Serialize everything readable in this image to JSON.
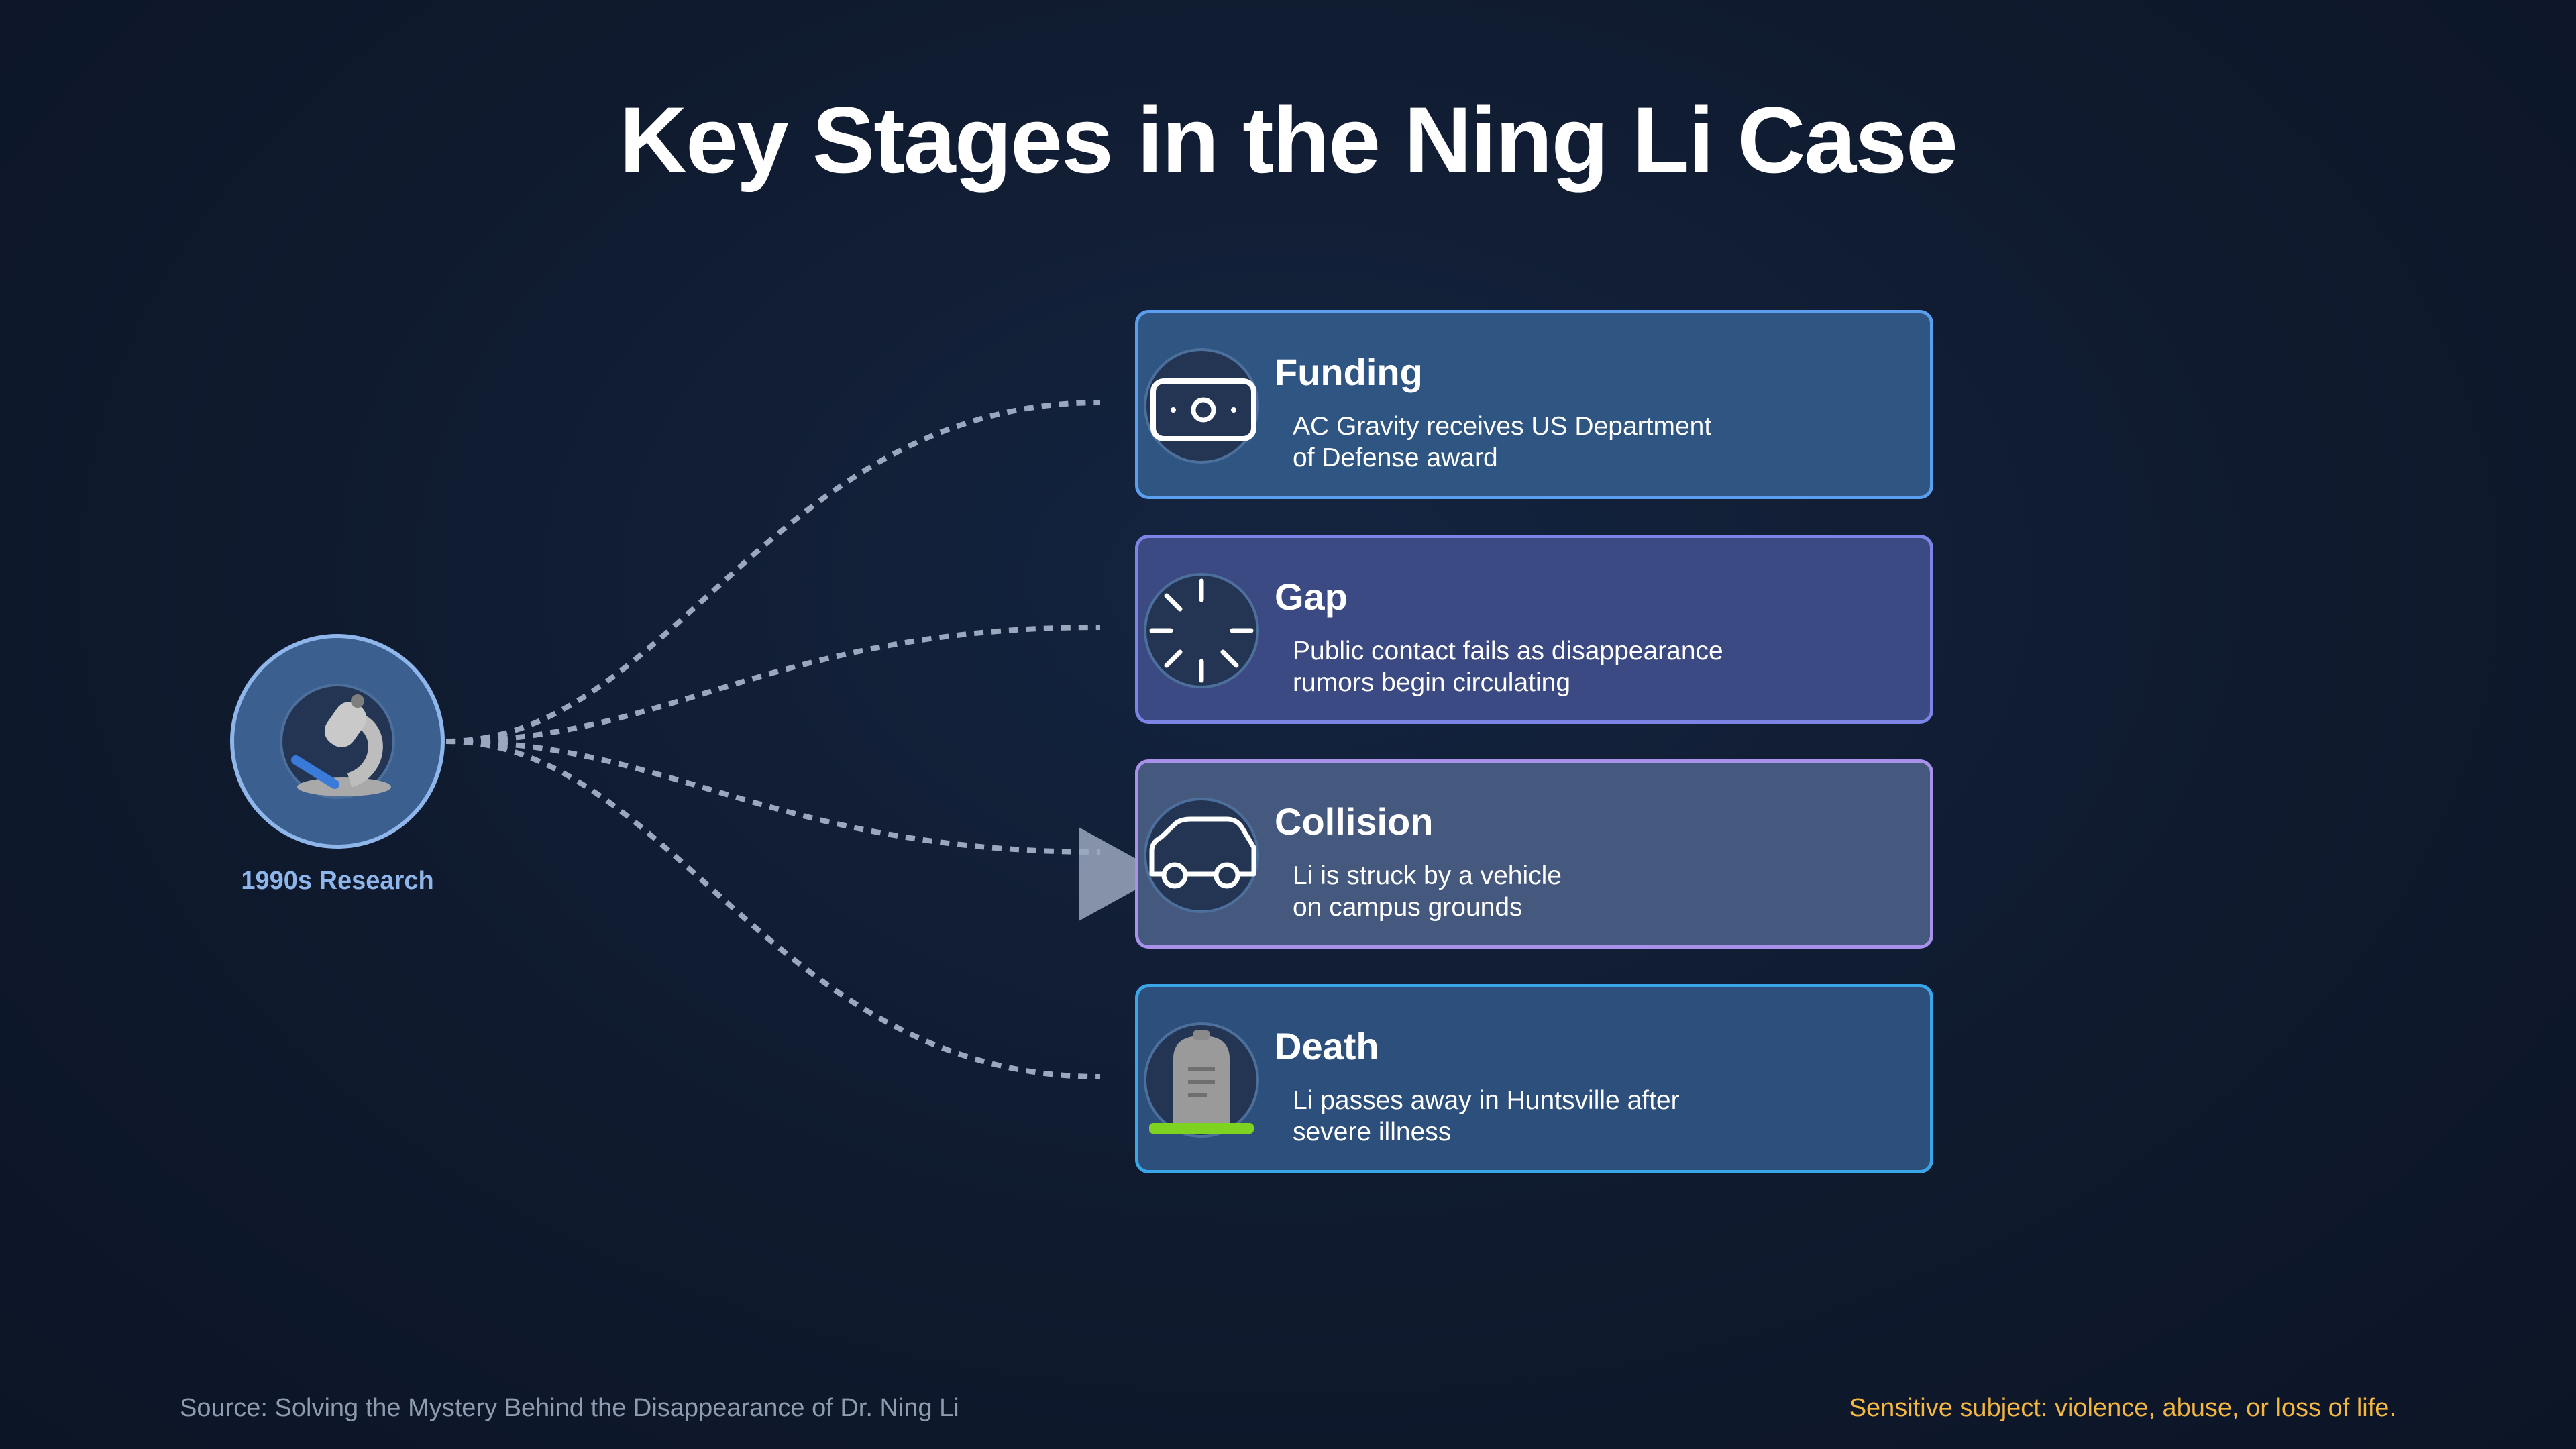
{
  "title": "Key Stages in the Ning Li Case",
  "source_node": {
    "label": "1990s Research",
    "icon": "microscope-icon"
  },
  "stages": [
    {
      "title": "Funding",
      "description_line1": "AC Gravity receives US Department",
      "description_line2": "of Defense award",
      "icon": "money-bill-icon",
      "colors": {
        "fill": "#2f5583",
        "border": "#5b9ef0"
      }
    },
    {
      "title": "Gap",
      "description_line1": "Public contact fails as disappearance",
      "description_line2": "rumors begin circulating",
      "icon": "loading-spinner-icon",
      "colors": {
        "fill": "#3b4a82",
        "border": "#7c84e6"
      }
    },
    {
      "title": "Collision",
      "description_line1": "Li is struck by a vehicle",
      "description_line2": "on campus grounds",
      "icon": "car-icon",
      "colors": {
        "fill": "#45597e",
        "border": "#a991ea"
      }
    },
    {
      "title": "Death",
      "description_line1": "Li passes away in Huntsville after",
      "description_line2": "severe illness",
      "icon": "headstone-icon",
      "colors": {
        "fill": "#2d4f7c",
        "border": "#3aa6e8"
      }
    }
  ],
  "footer": {
    "source": "Source: Solving the Mystery Behind the Disappearance of Dr. Ning Li",
    "warning": "Sensitive subject: violence, abuse, or loss of life."
  },
  "colors": {
    "background": "#0f1a2e",
    "connector": "#9aa7bd",
    "source_label": "#8fb6ea",
    "warning": "#f4b740"
  }
}
